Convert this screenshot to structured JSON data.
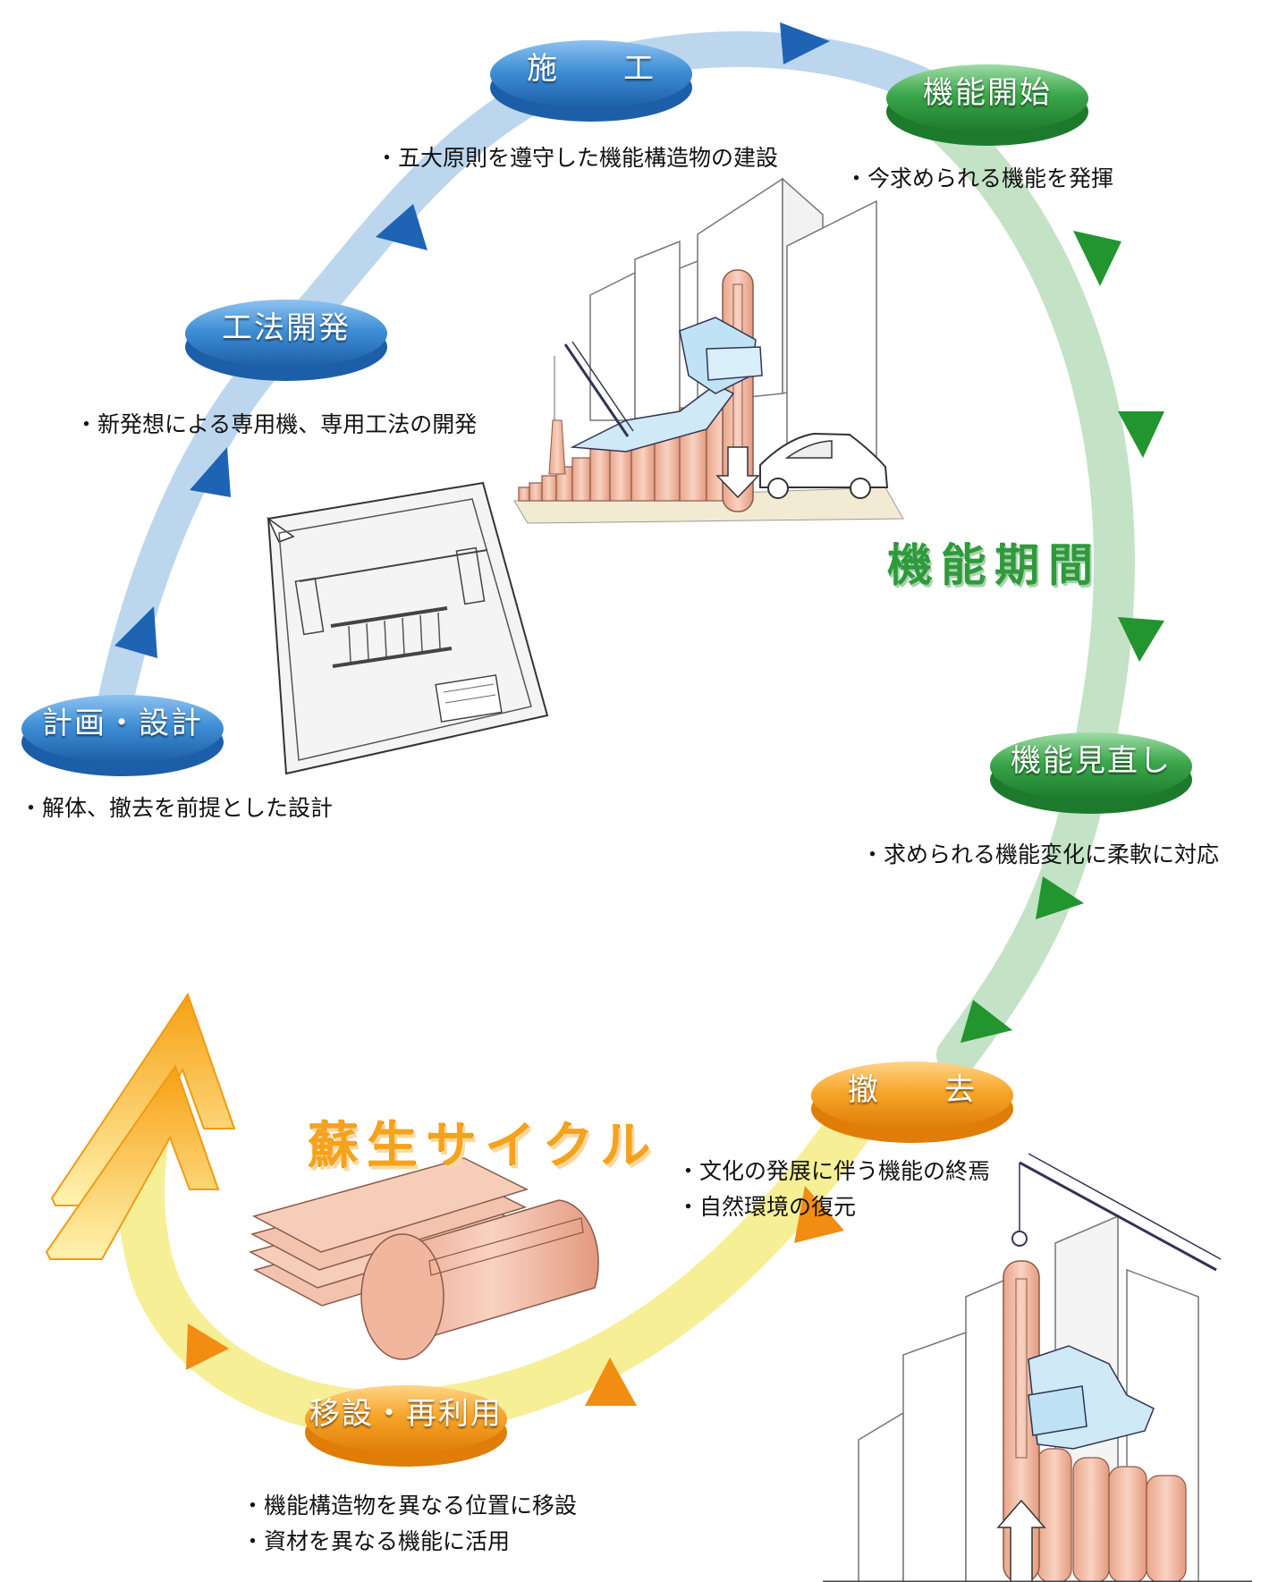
{
  "nodes": {
    "plan": {
      "label": "計画・設計",
      "desc": [
        "・解体、撤去を前提とした設計"
      ]
    },
    "method": {
      "label": "工法開発",
      "desc": [
        "・新発想による専用機、専用工法の開発"
      ]
    },
    "construct": {
      "label": "施　　工",
      "desc": [
        "・五大原則を遵守した機能構造物の建設"
      ]
    },
    "start": {
      "label": "機能開始",
      "desc": [
        "・今求められる機能を発揮"
      ]
    },
    "review": {
      "label": "機能見直し",
      "desc": [
        "・求められる機能変化に柔軟に対応"
      ]
    },
    "remove": {
      "label": "撤　　去",
      "desc": [
        "・文化の発展に伴う機能の終焉",
        "・自然環境の復元"
      ]
    },
    "reuse": {
      "label": "移設・再利用",
      "desc": [
        "・機能構造物を異なる位置に移設",
        "・資材を異なる機能に活用"
      ]
    }
  },
  "phases": {
    "function_period": "機能期間",
    "revival_cycle": "蘇生サイクル"
  },
  "colors": {
    "blue_node": "#2a78c2",
    "green_node": "#2c9a3e",
    "orange_node": "#f39a16",
    "blue_band": "#bcd6ee",
    "green_band": "#c3e2c6",
    "yellow_band": "#f6ef95",
    "blue_arrow": "#1f64b4",
    "green_arrow": "#22952e",
    "orange_arrow": "#f08d12",
    "pile": "#f4c3ad"
  }
}
